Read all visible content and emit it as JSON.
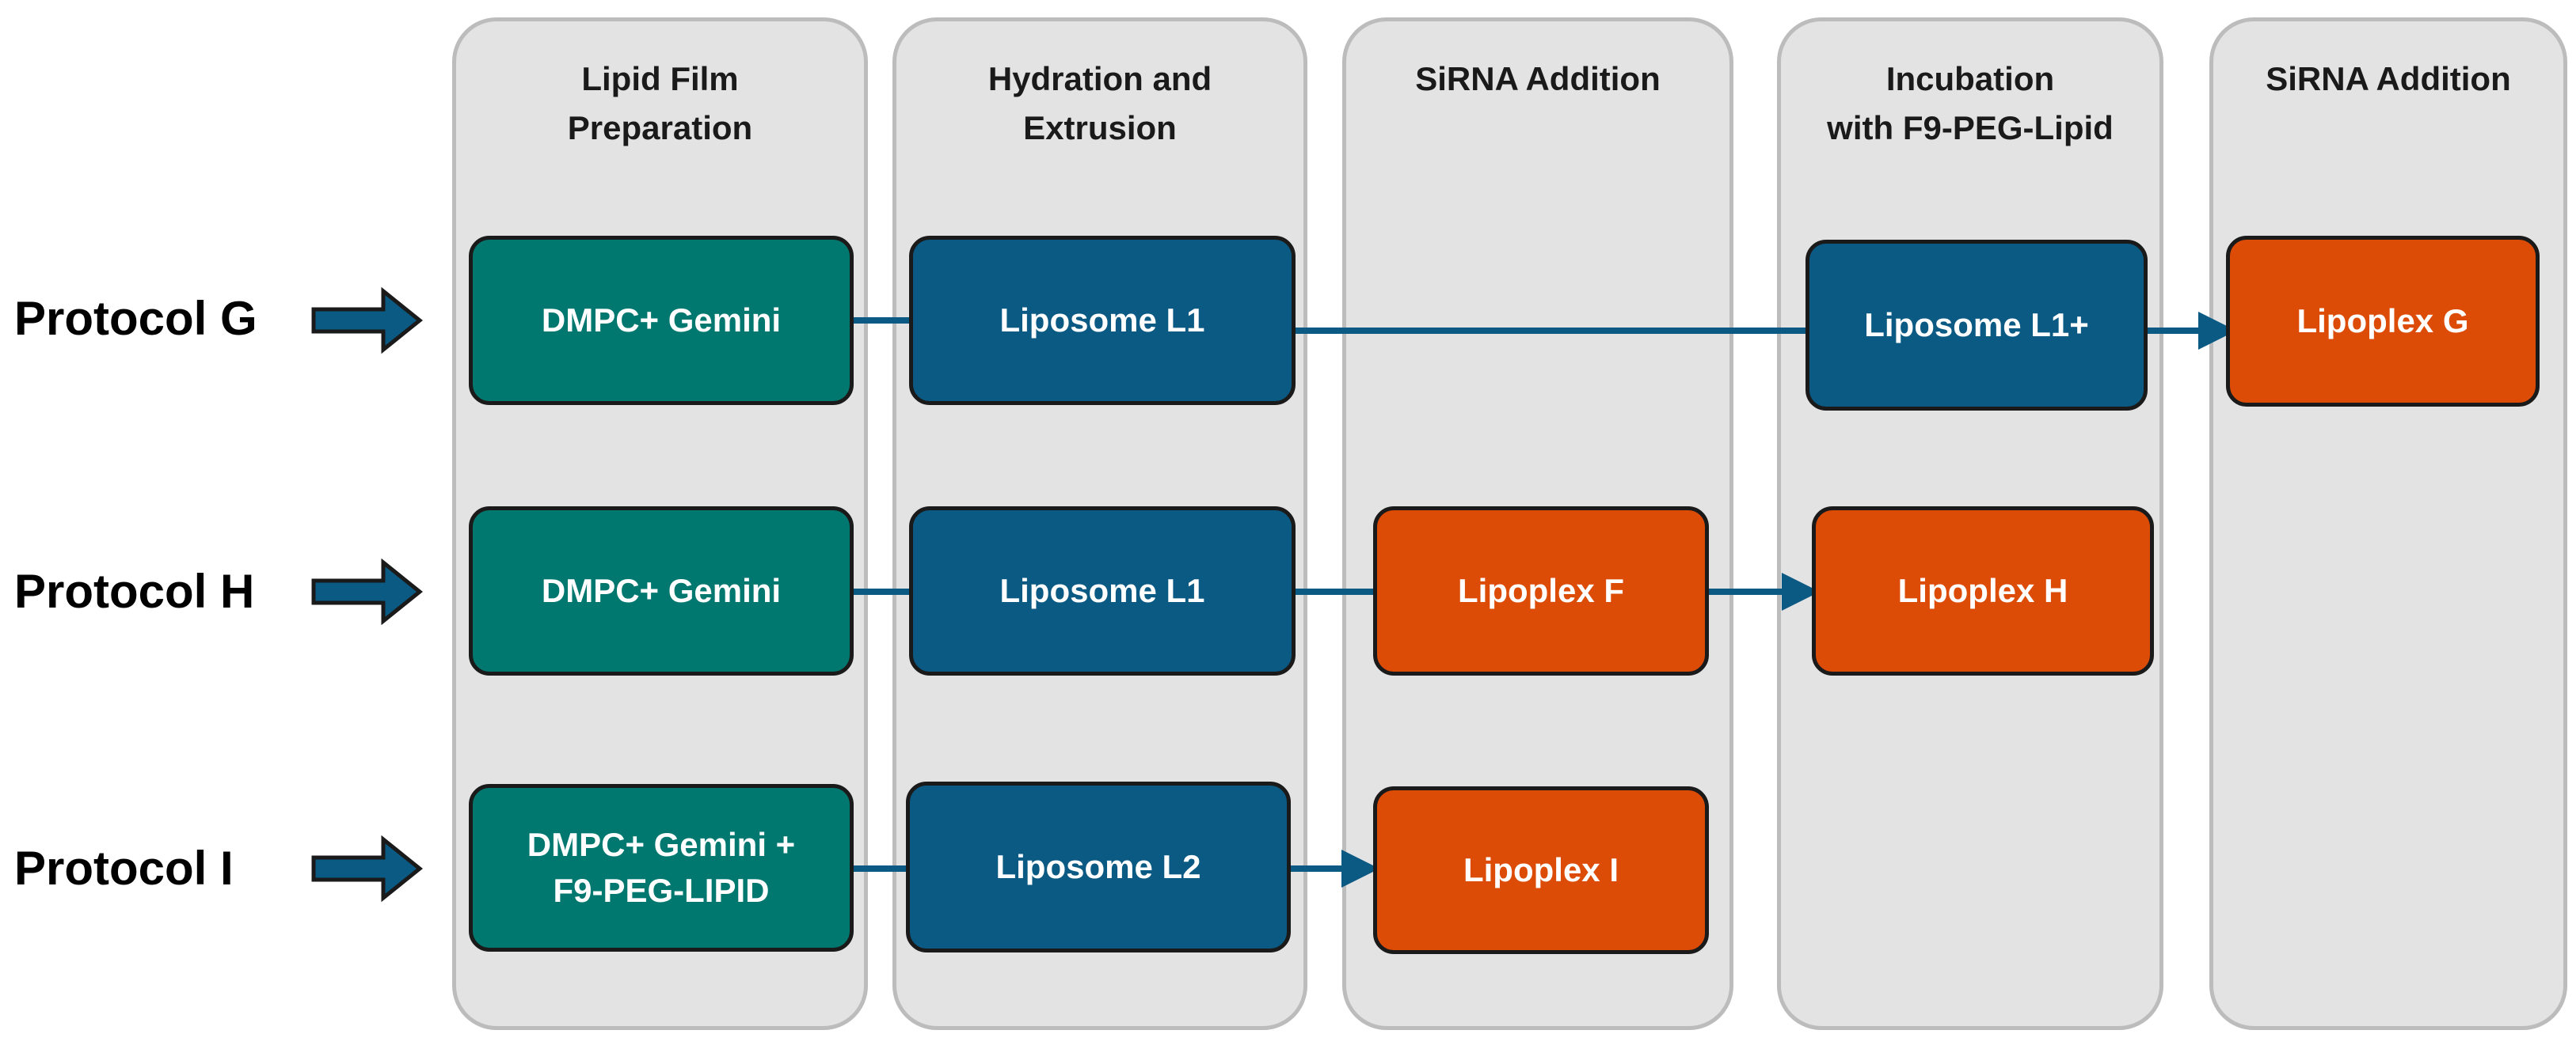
{
  "stages": [
    {
      "title": "Lipid Film\nPreparation"
    },
    {
      "title": "Hydration and\nExtrusion"
    },
    {
      "title": "SiRNA Addition"
    },
    {
      "title": "Incubation\nwith F9-PEG-Lipid"
    },
    {
      "title": "SiRNA Addition"
    }
  ],
  "protocols": [
    {
      "label": "Protocol G",
      "nodes": [
        {
          "label": "DMPC+ Gemini",
          "color": "#00786f"
        },
        {
          "label": "Liposome L1",
          "color": "#0b5a84"
        },
        {
          "label": "Liposome L1+",
          "color": "#0b5a84"
        },
        {
          "label": "Lipoplex G",
          "color": "#dd4c06"
        }
      ]
    },
    {
      "label": "Protocol H",
      "nodes": [
        {
          "label": "DMPC+ Gemini",
          "color": "#00786f"
        },
        {
          "label": "Liposome L1",
          "color": "#0b5a84"
        },
        {
          "label": "Lipoplex F",
          "color": "#dd4c06"
        },
        {
          "label": "Lipoplex H",
          "color": "#dd4c06"
        }
      ]
    },
    {
      "label": "Protocol I",
      "nodes": [
        {
          "label": "DMPC+ Gemini +\nF9-PEG-LIPID",
          "color": "#00786f"
        },
        {
          "label": "Liposome L2",
          "color": "#0b5a84"
        },
        {
          "label": "Lipoplex I",
          "color": "#dd4c06"
        }
      ]
    }
  ],
  "colors": {
    "column_fill": "#e3e3e3",
    "column_border": "#bcbcbc",
    "arrow": "#0b5a84"
  }
}
